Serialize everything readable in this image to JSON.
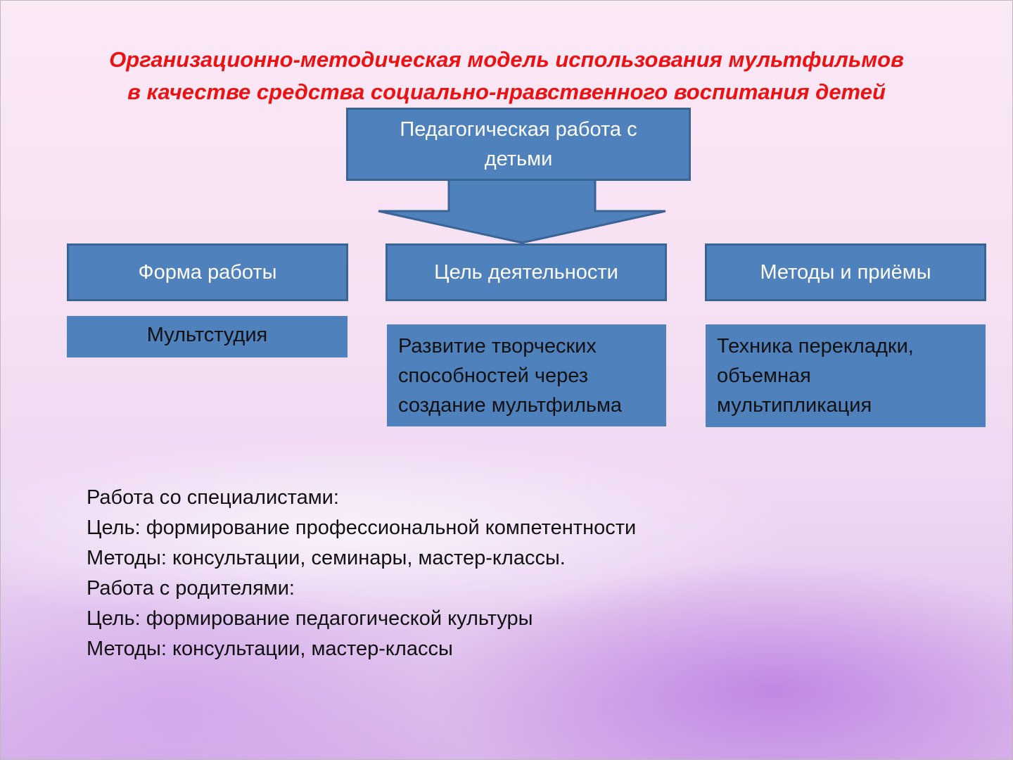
{
  "title": {
    "line1": "Организационно-методическая модель использования мультфильмов",
    "line2": "в качестве средства социально-нравственного воспитания детей"
  },
  "top_box": "Педагогическая работа с детьми",
  "categories": [
    {
      "header": "Форма работы",
      "content": "Мультстудия"
    },
    {
      "header": "Цель деятельности",
      "content": "Развитие творческих способностей через создание мультфильма"
    },
    {
      "header": "Методы и приёмы",
      "content": "Техника перекладки, объемная мультипликация"
    }
  ],
  "notes": [
    "Работа со специалистами:",
    "Цель: формирование профессиональной компетентности",
    "Методы: консультации, семинары, мастер-классы.",
    "Работа с родителями:",
    "Цель: формирование педагогической культуры",
    "Методы: консультации, мастер-классы"
  ],
  "colors": {
    "box": "#4f81bd",
    "title": "#ee1111"
  }
}
